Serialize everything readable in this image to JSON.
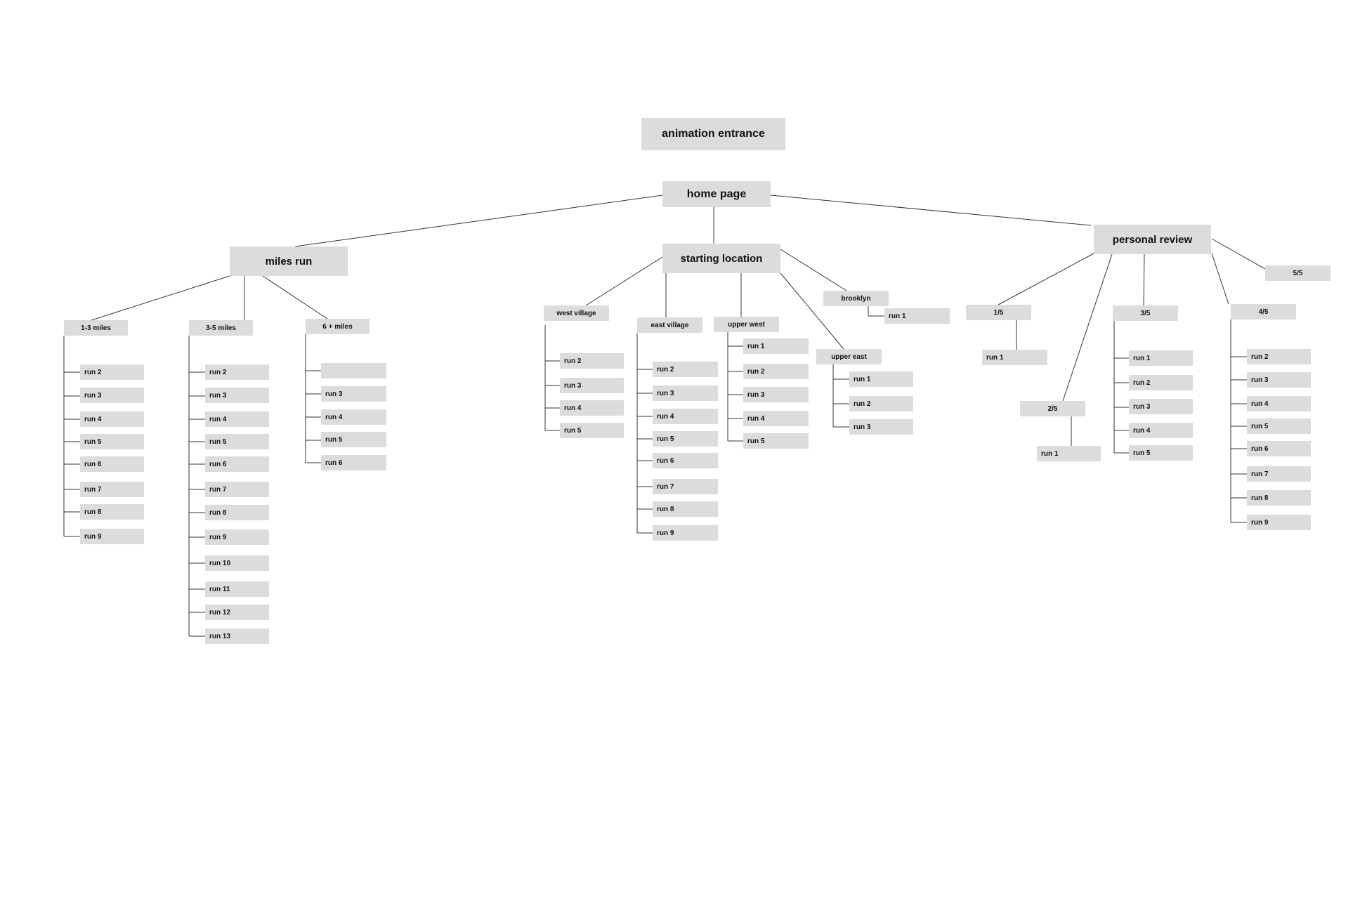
{
  "labels": {
    "animation_entrance": "animation entrance",
    "home_page": "home page",
    "miles_run": "miles run",
    "starting_location": "starting location",
    "personal_review": "personal review",
    "miles_1_3": "1-3 miles",
    "miles_3_5": "3-5 miles",
    "miles_6_plus": "6 + miles",
    "west_village": "west village",
    "east_village": "east village",
    "upper_west": "upper west",
    "upper_east": "upper east",
    "brooklyn": "brooklyn",
    "r1_5": "1/5",
    "r2_5": "2/5",
    "r3_5": "3/5",
    "r4_5": "4/5",
    "r5_5": "5/5"
  },
  "runs": {
    "miles_1_3": [
      "run 2",
      "run 3",
      "run 4",
      "run 5",
      "run 6",
      "run 7",
      "run 8",
      "run 9"
    ],
    "miles_3_5": [
      "run 2",
      "run 3",
      "run 4",
      "run 5",
      "run 6",
      "run 7",
      "run 8",
      "run 9",
      "run 10",
      "run 11",
      "run 12",
      "run 13"
    ],
    "miles_6_plus": [
      "",
      "run 3",
      "run 4",
      "run 5",
      "run 6"
    ],
    "west_village": [
      "run 2",
      "run 3",
      "run 4",
      "run 5"
    ],
    "east_village": [
      "run 2",
      "run 3",
      "run 4",
      "run 5",
      "run 6",
      "run 7",
      "run 8",
      "run 9"
    ],
    "upper_west": [
      "run 1",
      "run 2",
      "run 3",
      "run 4",
      "run 5"
    ],
    "upper_east": [
      "run 1",
      "run 2",
      "run 3"
    ],
    "brooklyn": [
      "run 1"
    ],
    "r1_5": [
      "run 1"
    ],
    "r2_5": [
      "run 1"
    ],
    "r3_5": [
      "run 1",
      "run 2",
      "run 3",
      "run 4",
      "run 5"
    ],
    "r4_5": [
      "run 2",
      "run 3",
      "run 4",
      "run 5",
      "run 6",
      "run 7",
      "run 8",
      "run 9"
    ]
  },
  "colors": {
    "box": "#dcdcdc",
    "line": "#333333",
    "text": "#111111"
  }
}
